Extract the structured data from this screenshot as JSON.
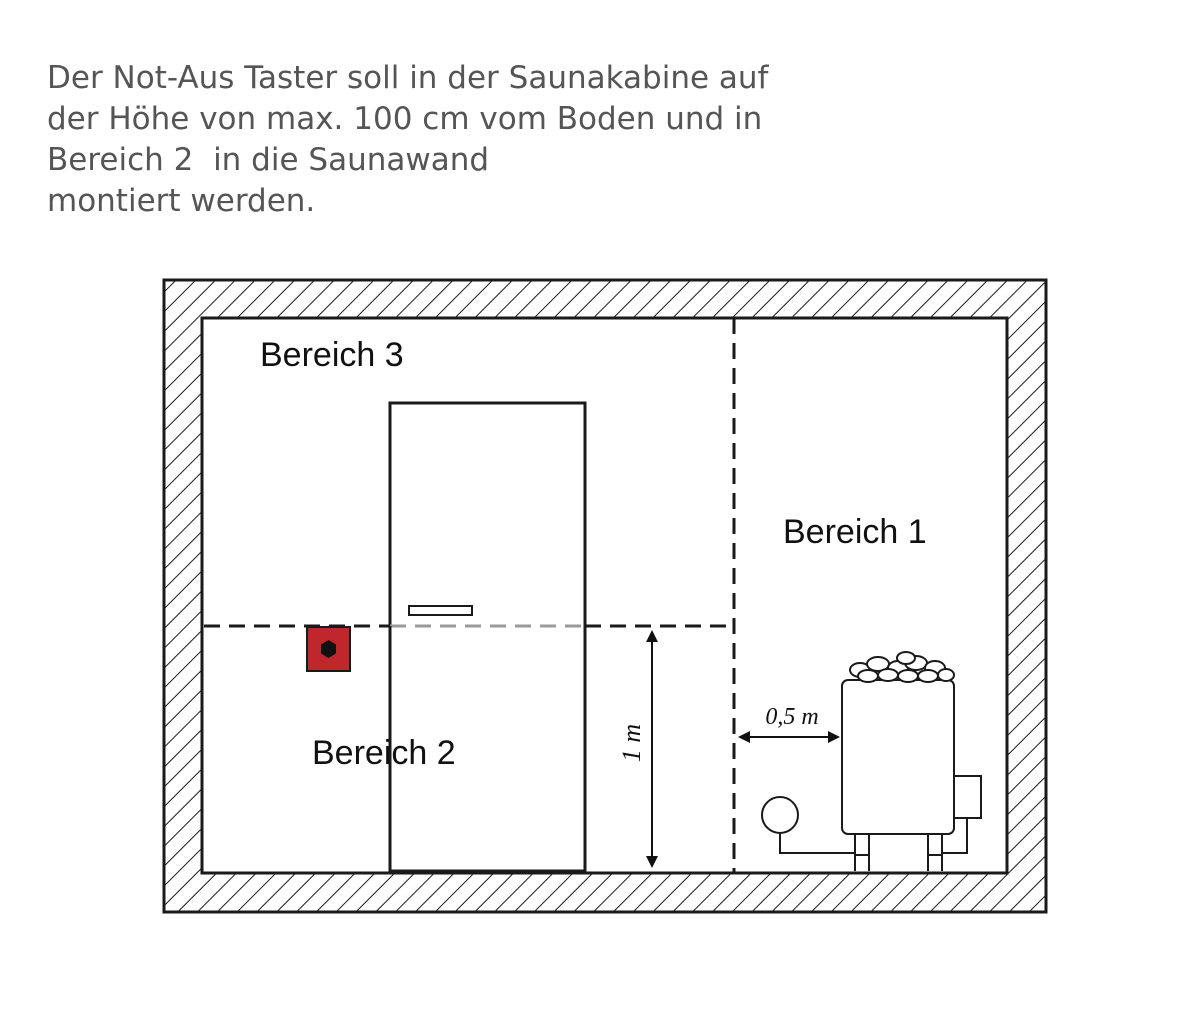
{
  "caption": {
    "lines": [
      "Der Not-Aus Taster soll in der Saunakabine auf",
      "der Höhe von max. 100 cm vom Boden und in",
      "Bereich 2  in die Saunawand",
      "montiert werden."
    ]
  },
  "diagram": {
    "zones": {
      "zone3": "Bereich 3",
      "zone1": "Bereich 1",
      "zone2": "Bereich 2"
    },
    "dimensions": {
      "height": "1 m",
      "distance": "0,5 m"
    },
    "colors": {
      "wall": "#1a1a1a",
      "button_body": "#c0272d",
      "dashed_line": "#1a1a1a",
      "door_dashed_line": "#9a9a9a"
    }
  }
}
